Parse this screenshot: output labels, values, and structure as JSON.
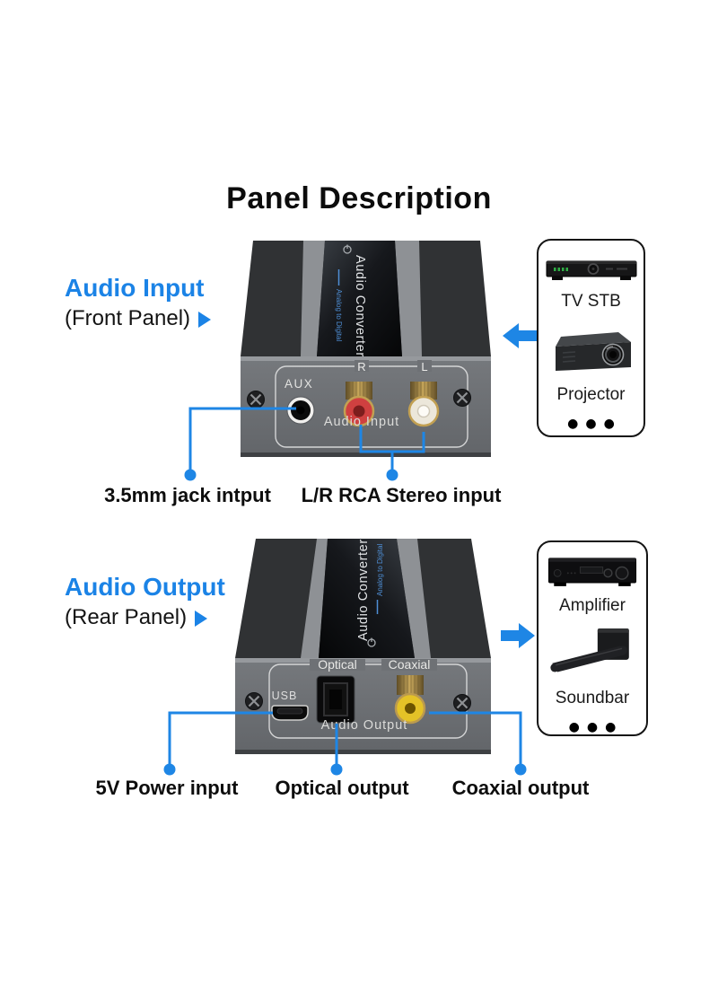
{
  "title": "Panel Description",
  "accent_blue": "#1b83e6",
  "input_section": {
    "heading": "Audio Input",
    "subheading": "(Front Panel)",
    "device": {
      "brand_text": "Audio Converter",
      "brand_subtext": "Analog to Digital",
      "aux_label": "AUX",
      "right_label": "R",
      "left_label": "L",
      "panel_title": "Audio Input"
    },
    "source_box": {
      "item1": "TV STB",
      "item2": "Projector",
      "more_dots": "●●●"
    },
    "callout1": "3.5mm jack intput",
    "callout2": "L/R RCA Stereo input"
  },
  "output_section": {
    "heading": "Audio Output",
    "subheading": "(Rear Panel)",
    "device": {
      "brand_text": "Audio Converter",
      "brand_subtext": "Analog to Digital",
      "usb_label": "USB",
      "optical_label": "Optical",
      "coaxial_label": "Coaxial",
      "panel_title": "Audio Output"
    },
    "sink_box": {
      "item1": "Amplifier",
      "item2": "Soundbar",
      "more_dots": "●●●"
    },
    "callout1": "5V Power input",
    "callout2": "Optical output",
    "callout3": "Coaxial output"
  }
}
